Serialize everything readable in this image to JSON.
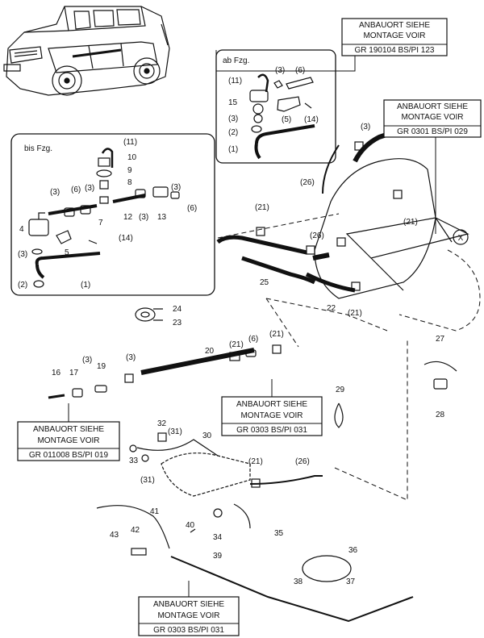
{
  "boxes": {
    "top": {
      "line1": "ANBAUORT SIEHE",
      "line2": "MONTAGE VOIR",
      "line3": "GR  190104  BS/PI  123"
    },
    "right": {
      "line1": "ANBAUORT SIEHE",
      "line2": "MONTAGE VOIR",
      "line3": "GR  0301  BS/PI  029"
    },
    "left": {
      "line1": "ANBAUORT SIEHE",
      "line2": "MONTAGE VOIR",
      "line3": "GR  011008  BS/PI  019"
    },
    "middle": {
      "line1": "ANBAUORT SIEHE",
      "line2": "MONTAGE VOIR",
      "line3": "GR  0303   BS/PI  031"
    },
    "bottom": {
      "line1": "ANBAUORT SIEHE",
      "line2": "MONTAGE VOIR",
      "line3": "GR  0303   BS/PI  031"
    }
  },
  "insets": {
    "ab": {
      "title": "ab Fzg."
    },
    "bis": {
      "title": "bis Fzg."
    }
  },
  "callouts": [
    {
      "key": "c-ab-11",
      "label": "(11)"
    },
    {
      "key": "c-ab-3",
      "label": "(3)"
    },
    {
      "key": "c-ab-6",
      "label": "(6)"
    },
    {
      "key": "c-ab-15",
      "label": "15"
    },
    {
      "key": "c-ab-3b",
      "label": "(3)"
    },
    {
      "key": "c-ab-5",
      "label": "(5)"
    },
    {
      "key": "c-ab-14",
      "label": "(14)"
    },
    {
      "key": "c-ab-2",
      "label": "(2)"
    },
    {
      "key": "c-ab-1",
      "label": "(1)"
    },
    {
      "key": "c-bis-11",
      "label": "(11)"
    },
    {
      "key": "c-bis-10",
      "label": "10"
    },
    {
      "key": "c-bis-9",
      "label": "9"
    },
    {
      "key": "c-bis-8",
      "label": "8"
    },
    {
      "key": "c-bis-3a",
      "label": "(3)"
    },
    {
      "key": "c-bis-6a",
      "label": "(6)"
    },
    {
      "key": "c-bis-3b",
      "label": "(3)"
    },
    {
      "key": "c-bis-7",
      "label": "7"
    },
    {
      "key": "c-bis-12",
      "label": "12"
    },
    {
      "key": "c-bis-3c",
      "label": "(3)"
    },
    {
      "key": "c-bis-13",
      "label": "13"
    },
    {
      "key": "c-bis-3d",
      "label": "(3)"
    },
    {
      "key": "c-bis-6b",
      "label": "(6)"
    },
    {
      "key": "c-bis-4",
      "label": "4"
    },
    {
      "key": "c-bis-14",
      "label": "(14)"
    },
    {
      "key": "c-bis-3e",
      "label": "(3)"
    },
    {
      "key": "c-bis-5",
      "label": "5"
    },
    {
      "key": "c-bis-2",
      "label": "(2)"
    },
    {
      "key": "c-bis-1",
      "label": "(1)"
    },
    {
      "key": "c-24",
      "label": "24"
    },
    {
      "key": "c-23",
      "label": "23"
    },
    {
      "key": "c-3-tank",
      "label": "(3)"
    },
    {
      "key": "c-26-top",
      "label": "(26)"
    },
    {
      "key": "c-21-a",
      "label": "(21)"
    },
    {
      "key": "c-21-b",
      "label": "(21)"
    },
    {
      "key": "c-26-mid",
      "label": "(26)"
    },
    {
      "key": "c-25",
      "label": "25"
    },
    {
      "key": "c-22",
      "label": "22"
    },
    {
      "key": "c-21-c",
      "label": "(21)"
    },
    {
      "key": "c-16",
      "label": "16"
    },
    {
      "key": "c-17",
      "label": "17"
    },
    {
      "key": "c-3-left",
      "label": "(3)"
    },
    {
      "key": "c-19",
      "label": "19"
    },
    {
      "key": "c-3-mid",
      "label": "(3)"
    },
    {
      "key": "c-20",
      "label": "20"
    },
    {
      "key": "c-21-d",
      "label": "(21)"
    },
    {
      "key": "c-6-mid",
      "label": "(6)"
    },
    {
      "key": "c-21-e",
      "label": "(21)"
    },
    {
      "key": "c-27",
      "label": "27"
    },
    {
      "key": "c-28",
      "label": "28"
    },
    {
      "key": "c-29",
      "label": "29"
    },
    {
      "key": "c-32",
      "label": "32"
    },
    {
      "key": "c-31-a",
      "label": "(31)"
    },
    {
      "key": "c-30",
      "label": "30"
    },
    {
      "key": "c-33",
      "label": "33"
    },
    {
      "key": "c-31-b",
      "label": "(31)"
    },
    {
      "key": "c-21-f",
      "label": "(21)"
    },
    {
      "key": "c-26-low",
      "label": "(26)"
    },
    {
      "key": "c-41",
      "label": "41"
    },
    {
      "key": "c-40",
      "label": "40"
    },
    {
      "key": "c-42",
      "label": "42"
    },
    {
      "key": "c-43",
      "label": "43"
    },
    {
      "key": "c-34",
      "label": "34"
    },
    {
      "key": "c-35",
      "label": "35"
    },
    {
      "key": "c-36",
      "label": "36"
    },
    {
      "key": "c-39",
      "label": "39"
    },
    {
      "key": "c-38",
      "label": "38"
    },
    {
      "key": "c-37",
      "label": "37"
    }
  ],
  "markers": {
    "x_circle": "X"
  }
}
